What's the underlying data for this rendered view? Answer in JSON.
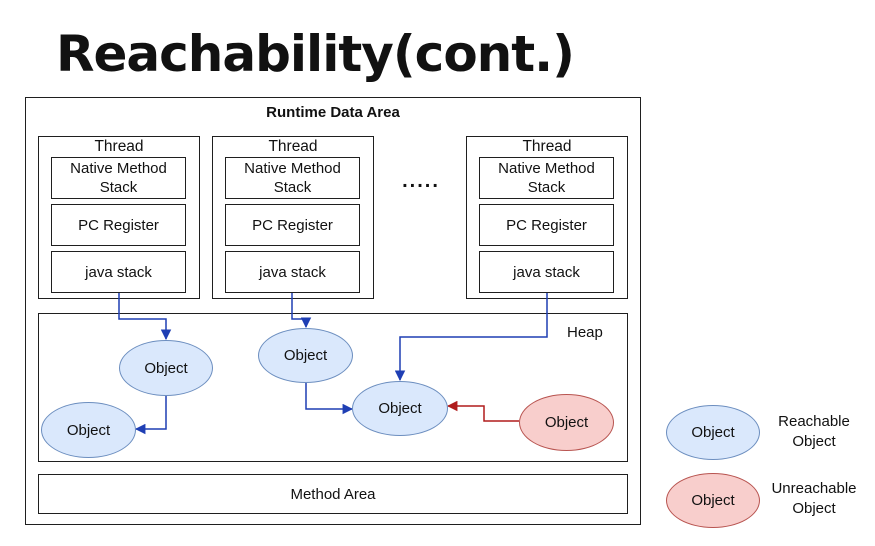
{
  "title": "Reachability(cont.)",
  "runtime_area": {
    "title": "Runtime Data Area",
    "threads": [
      {
        "title": "Thread",
        "native_stack": "Native Method Stack",
        "pc_register": "PC Register",
        "java_stack": "java stack"
      },
      {
        "title": "Thread",
        "native_stack": "Native Method Stack",
        "pc_register": "PC Register",
        "java_stack": "java stack"
      },
      {
        "title": "Thread",
        "native_stack": "Native Method Stack",
        "pc_register": "PC Register",
        "java_stack": "java stack"
      }
    ],
    "ellipsis": ".....",
    "heap": {
      "label": "Heap",
      "objects": [
        "Object",
        "Object",
        "Object",
        "Object",
        "Object"
      ]
    },
    "method_area": "Method Area"
  },
  "legend": {
    "reachable": {
      "object": "Object",
      "label": "Reachable Object"
    },
    "unreachable": {
      "object": "Object",
      "label": "Unreachable Object"
    }
  },
  "colors": {
    "reachable_fill": "#dae8fc",
    "reachable_stroke": "#6c8ebf",
    "unreachable_fill": "#f8cecc",
    "unreachable_stroke": "#b85450",
    "reference_arrow": "#1f3fb4",
    "unreachable_arrow": "#b01c1c"
  }
}
